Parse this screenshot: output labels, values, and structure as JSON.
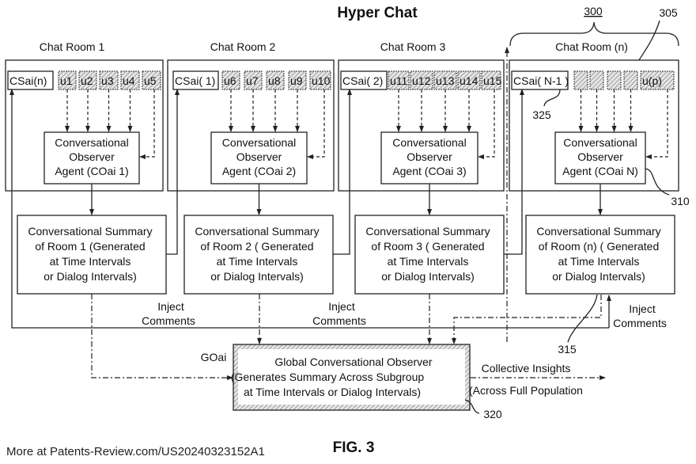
{
  "title": "Hyper Chat",
  "reference_numbers": {
    "system": "300",
    "user_box": "305",
    "coai": "310",
    "summary": "315",
    "goai": "320",
    "csai": "325"
  },
  "rooms": [
    {
      "label": "Chat Room 1",
      "csai": "CSai(n)",
      "users": [
        "u1",
        "u2",
        "u3",
        "u4",
        "u5"
      ],
      "coai_lines": [
        "Conversational",
        "Observer",
        "Agent (COai    1)"
      ],
      "summary_lines": [
        "Conversational Summary",
        "of Room 1 (Generated",
        "at  Time  Intervals",
        "or  Dialog   Intervals)"
      ]
    },
    {
      "label": "Chat Room 2",
      "csai": "CSai( 1)",
      "users": [
        "u6",
        "u7",
        "u8",
        "u9",
        "u10"
      ],
      "coai_lines": [
        "Conversational",
        "Observer",
        "Agent (COai    2)"
      ],
      "summary_lines": [
        "Conversational Summary",
        "of Room    2 ( Generated",
        "at  Time  Intervals",
        "or  Dialog   Intervals)"
      ]
    },
    {
      "label": "Chat Room 3",
      "csai": "CSai( 2)",
      "users": [
        "u11",
        "u12",
        "u13",
        "u14",
        "u15"
      ],
      "coai_lines": [
        "Conversational",
        "Observer",
        "Agent (COai    3)"
      ],
      "summary_lines": [
        "Conversational Summary",
        "of Room    3 ( Generated",
        "at  Time  Intervals",
        "or  Dialog   Intervals)"
      ]
    },
    {
      "label": "Chat Room (n)",
      "csai": "CSai( N-1 )",
      "users": [
        "",
        "",
        "",
        "",
        "u(p)"
      ],
      "coai_lines": [
        "Conversational",
        "Observer",
        "Agent (COai    N)"
      ],
      "summary_lines": [
        "Conversational Summary",
        "of Room (n) ( Generated",
        "at  Time  Intervals",
        "or  Dialog   Intervals)"
      ]
    }
  ],
  "inject_comments": [
    "Inject",
    "Comments"
  ],
  "global_observer": {
    "label": "GOai",
    "lines": [
      "Global Conversational Observer",
      "(Generates Summary Across Subgroup",
      "at Time Intervals or Dialog Intervals)"
    ]
  },
  "output": {
    "label": "Collective Insights",
    "sublabel": "(Across   Full Population"
  },
  "figure_label": "FIG. 3",
  "footer": "More at Patents-Review.com/US20240323152A1"
}
